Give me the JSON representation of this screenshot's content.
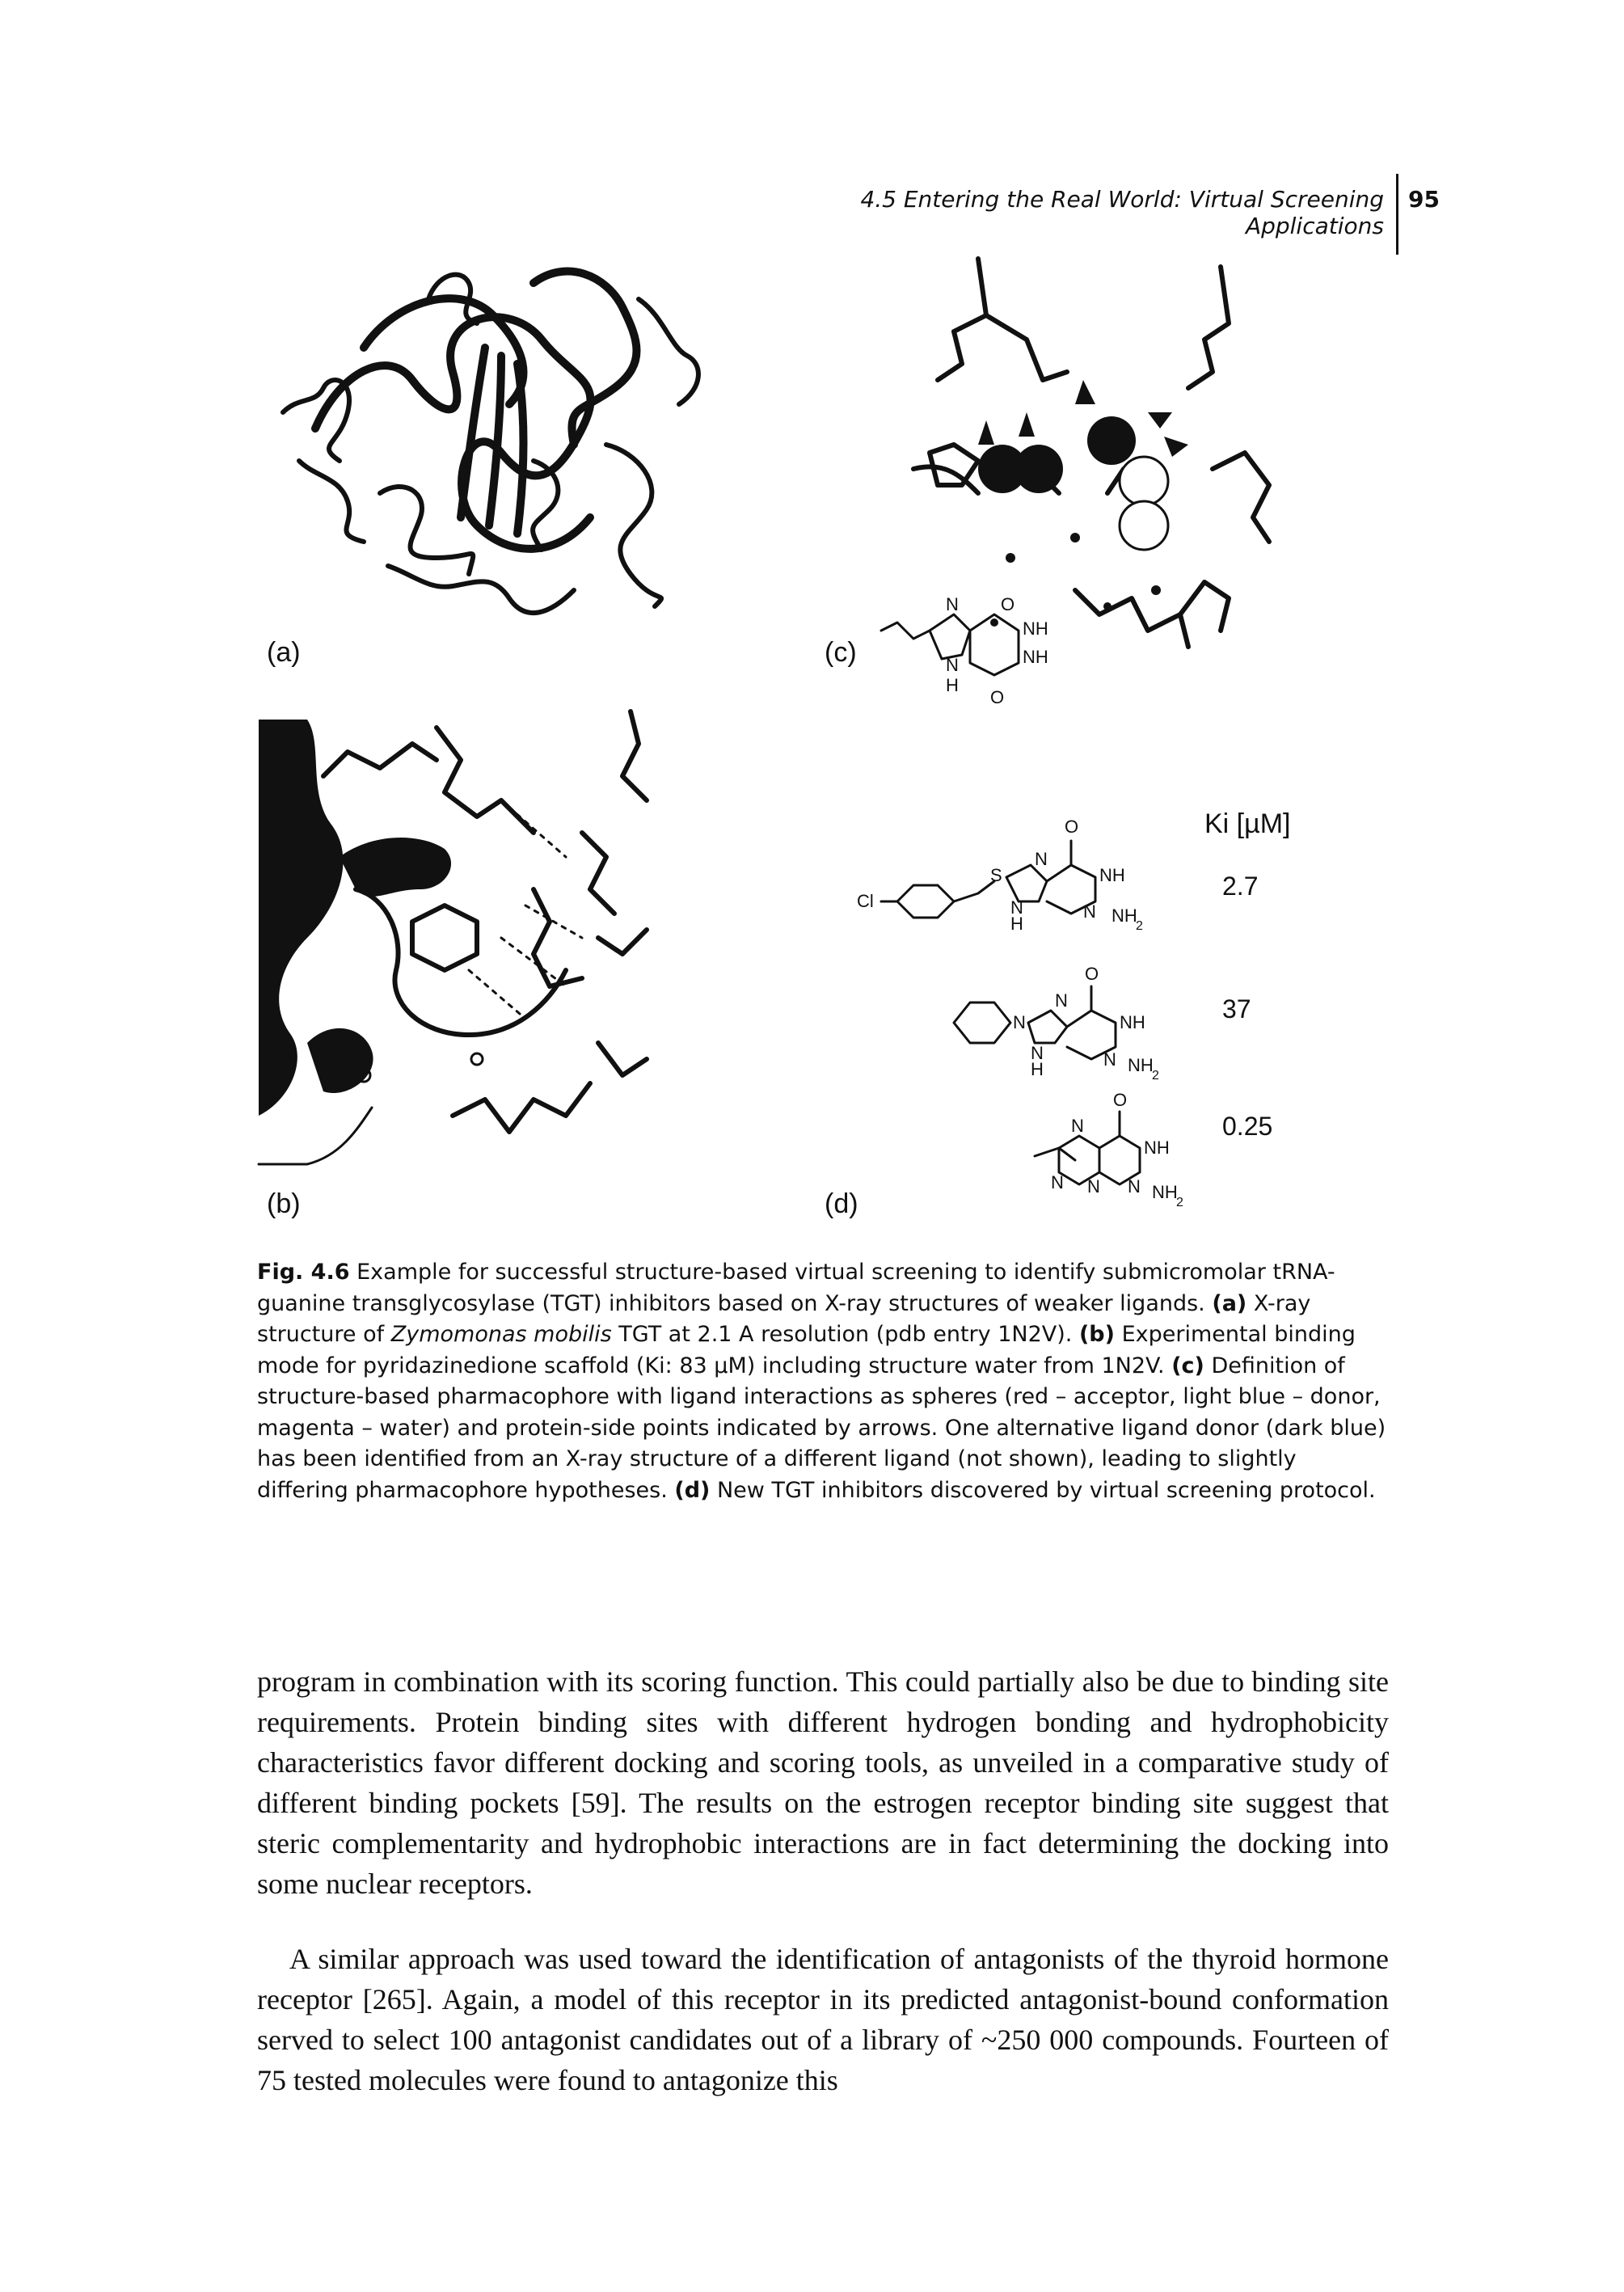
{
  "header": {
    "running_title": "4.5 Entering the Real World: Virtual Screening Applications",
    "page_number": "95"
  },
  "figure": {
    "panel_labels": {
      "a": "(a)",
      "b": "(b)",
      "c": "(c)",
      "d": "(d)"
    },
    "ki_header": "Ki [µM]",
    "ki_values": [
      "2.7",
      "37",
      "0.25"
    ],
    "caption": {
      "fig_number": "Fig. 4.6",
      "intro": "Example for successful structure-based virtual screening to identify submicromolar tRNA-guanine transglycosylase (TGT) inhibitors based on X-ray structures of weaker ligands.",
      "a_label": "(a)",
      "a_text_1": "X-ray structure of",
      "a_species": "Zymomonas mobilis",
      "a_text_2": "TGT at 2.1 A resolution (pdb entry 1N2V).",
      "b_label": "(b)",
      "b_text": "Experimental binding mode for pyridazinedione scaffold (Ki: 83 µM) including structure water from 1N2V.",
      "c_label": "(c)",
      "c_text": "Definition of structure-based pharmacophore with ligand interactions as spheres (red – acceptor, light blue – donor, magenta – water) and protein-side points indicated by arrows. One alternative ligand donor (dark blue) has been identified from an X-ray structure of a different ligand (not shown), leading to slightly differing pharmacophore hypotheses.",
      "d_label": "(d)",
      "d_text": "New TGT inhibitors discovered by virtual screening protocol."
    }
  },
  "body": {
    "paragraph_1": "program in combination with its scoring function. This could partially also be due to binding site requirements. Protein binding sites with different hydrogen bonding and hydrophobicity characteristics favor different docking and scoring tools, as unveiled in a comparative study of different binding pockets [59]. The results on the estrogen receptor binding site suggest that steric complementarity and hydrophobic interactions are in fact determining the docking into some nuclear receptors.",
    "paragraph_2": "A similar approach was used toward the identification of antagonists of the thyroid hormone receptor [265]. Again, a model of this receptor in its predicted antagonist-bound conformation served to select 100 antagonist candidates out of a library of ~250 000 compounds. Fourteen of 75 tested molecules were found to antagonize this"
  }
}
